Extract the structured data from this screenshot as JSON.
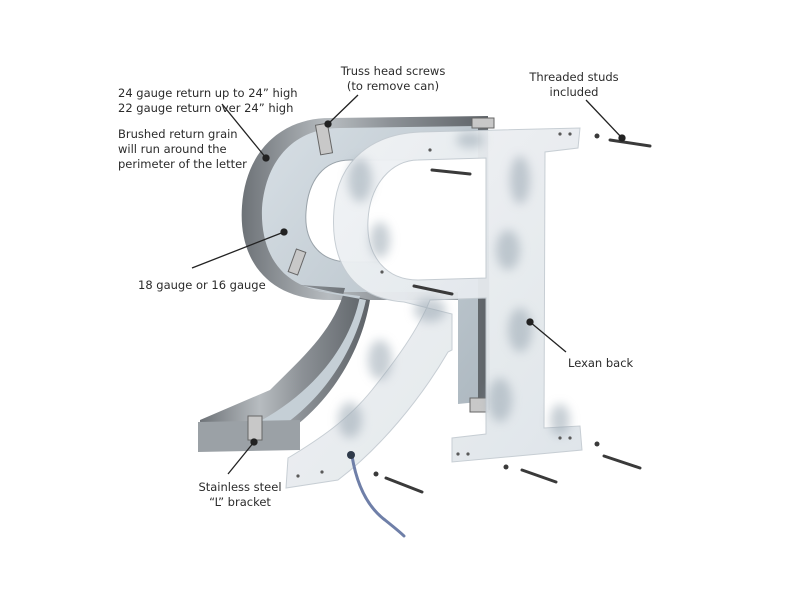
{
  "labels": {
    "gauge_top": [
      "24 gauge return up to 24” high",
      "22 gauge return over 24” high"
    ],
    "grain": [
      "Brushed return grain",
      "will run around the",
      "perimeter of the letter"
    ],
    "screws": [
      "Truss head screws",
      "(to remove can)"
    ],
    "studs": [
      "Threaded studs",
      "included"
    ],
    "gauge_side": "18 gauge or 16 gauge",
    "lexan": "Lexan back",
    "bracket": [
      "Stainless steel",
      "“L” bracket"
    ]
  },
  "colors": {
    "return_metal": "#8f9499",
    "can_face": "#c9d3da",
    "lexan": "#e9edf1",
    "lexan_smudge": "#b9c3cc",
    "leader": "#222222",
    "stud": "#3a3a3a",
    "cable": "#6f7fa8"
  }
}
